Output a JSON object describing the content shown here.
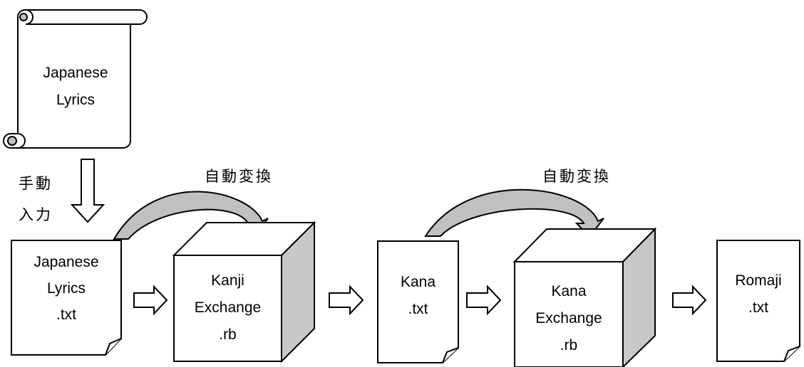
{
  "source_scroll": {
    "lines": [
      "Japanese",
      "Lyrics"
    ]
  },
  "manual_input": {
    "lines": [
      "手動",
      "入力"
    ]
  },
  "auto_convert_labels": [
    "自動変換",
    "自動変換"
  ],
  "documents": [
    {
      "lines": [
        "Japanese",
        "Lyrics",
        ".txt"
      ]
    },
    {
      "lines": [
        "Kana",
        ".txt"
      ]
    },
    {
      "lines": [
        "Romaji",
        ".txt"
      ]
    }
  ],
  "processors": [
    {
      "lines": [
        "Kanji",
        "Exchange",
        ".rb"
      ]
    },
    {
      "lines": [
        "Kana",
        "Exchange",
        ".rb"
      ]
    }
  ]
}
